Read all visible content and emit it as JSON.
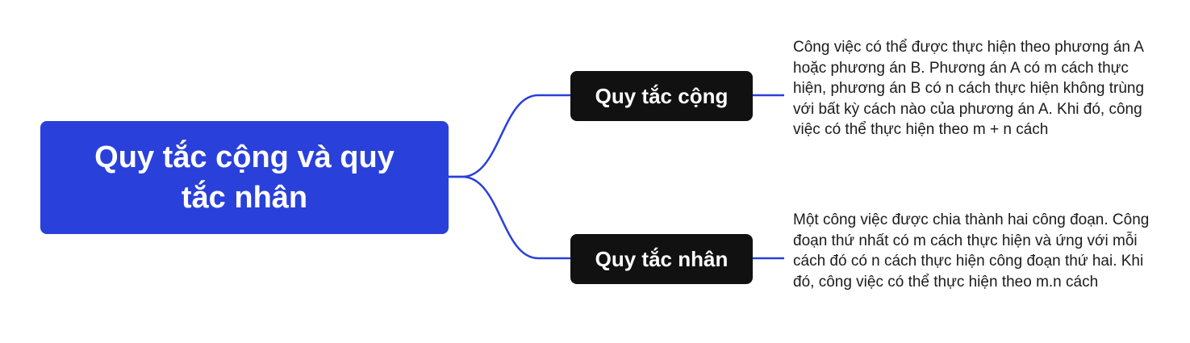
{
  "colors": {
    "root_fill": "#2940da",
    "branch_fill": "#111111",
    "connector": "#2940da",
    "description_text": "#1b1b1b"
  },
  "root": {
    "title": "Quy tắc cộng và quy tắc nhân"
  },
  "branches": [
    {
      "label": "Quy tắc cộng",
      "description": "Công việc có thể được thực hiện theo phương án A hoặc phương án B. Phương án A có m cách thực hiện, phương án B có n cách thực hiện không trùng với bất kỳ cách nào của phương án A. Khi đó, công việc có thể thực hiện theo m + n cách"
    },
    {
      "label": "Quy tắc nhân",
      "description": "Một công việc được chia thành hai công đoạn. Công đoạn thứ nhất có m cách thực hiện và ứng với mỗi cách đó có n cách thực hiện công đoạn thứ hai. Khi đó, công việc có thể thực hiện theo m.n cách"
    }
  ]
}
